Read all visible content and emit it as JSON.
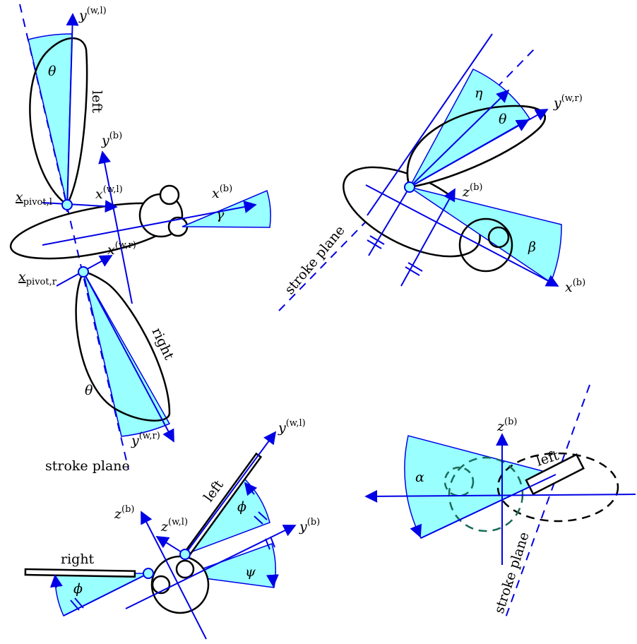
{
  "colors": {
    "axis": "#0000e6",
    "fill": "#99ffff",
    "outline": "#000000"
  },
  "labels": {
    "y_wl": "y",
    "y_wl_sup": "(w,l)",
    "y_b": "y",
    "y_b_sup": "(b)",
    "x_wl": "x",
    "x_wl_sup": "(w,l)",
    "x_b": "x",
    "x_b_sup": "(b)",
    "x_wr": "x",
    "x_wr_sup": "(w,r)",
    "y_wr": "y",
    "y_wr_sup": "(w,r)",
    "z_b": "z",
    "z_b_sup": "(b)",
    "z_wl": "z",
    "z_wl_sup": "(w,l)",
    "pivot_l_x": "x",
    "pivot_l_sub": "pivot,l",
    "pivot_r_x": "x",
    "pivot_r_sub": "pivot,r",
    "theta": "θ",
    "eta": "η",
    "gamma": "γ",
    "beta": "β",
    "phi": "ϕ",
    "psi": "ψ",
    "alpha": "α",
    "left": "left",
    "right": "right",
    "stroke_plane": "stroke plane"
  }
}
